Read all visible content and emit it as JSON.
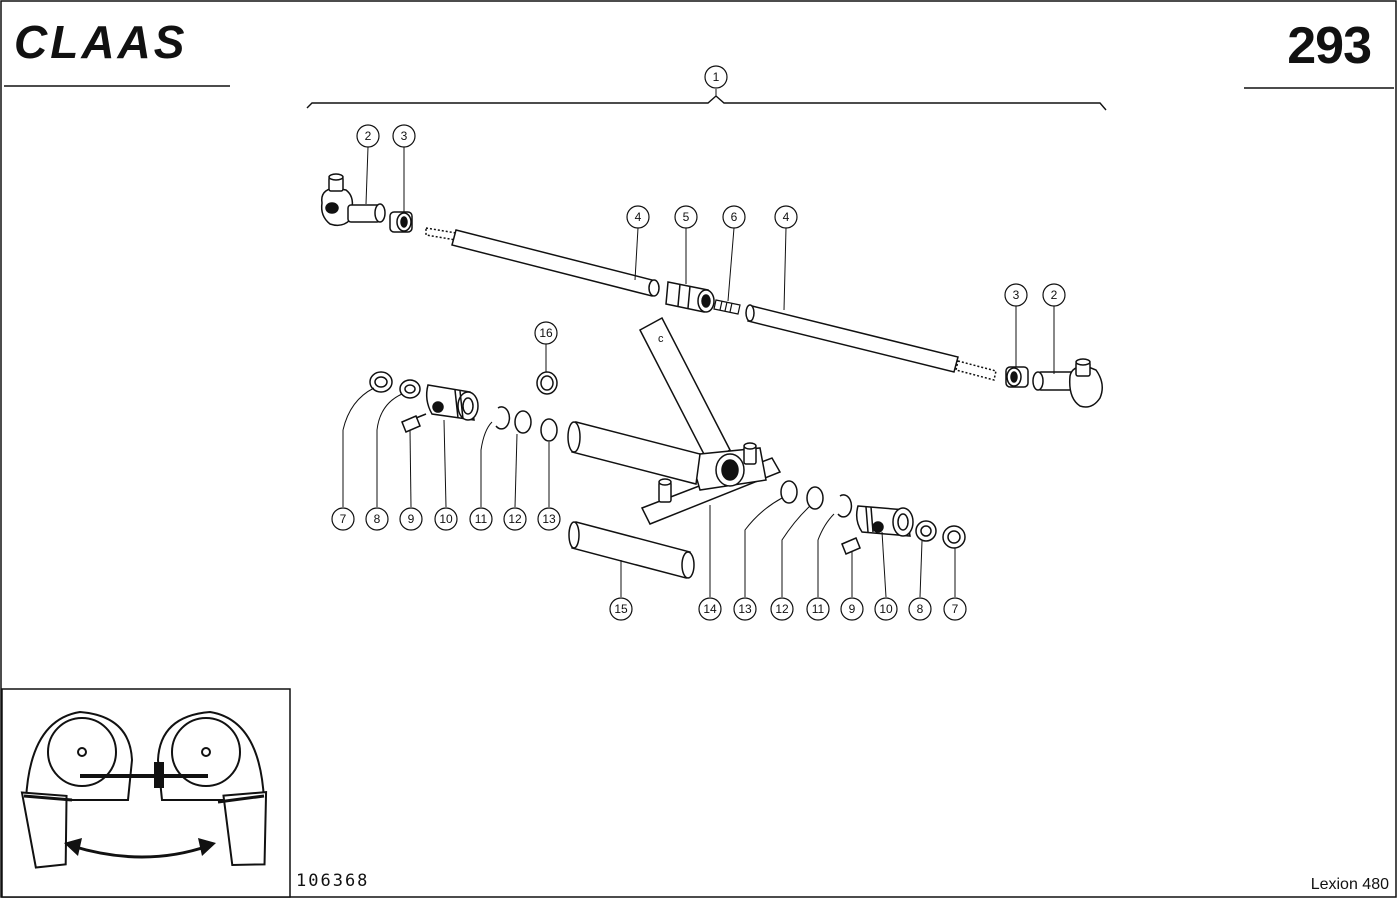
{
  "header": {
    "brand": "CLAAS",
    "page_number": "293"
  },
  "footer": {
    "drawing_number": "106368",
    "model": "Lexion 480"
  },
  "callouts": [
    "1",
    "2",
    "3",
    "4",
    "5",
    "6",
    "4",
    "3",
    "2",
    "16",
    "7",
    "8",
    "9",
    "10",
    "11",
    "12",
    "13",
    "7",
    "8",
    "9",
    "10",
    "11",
    "12",
    "13",
    "14",
    "15"
  ]
}
